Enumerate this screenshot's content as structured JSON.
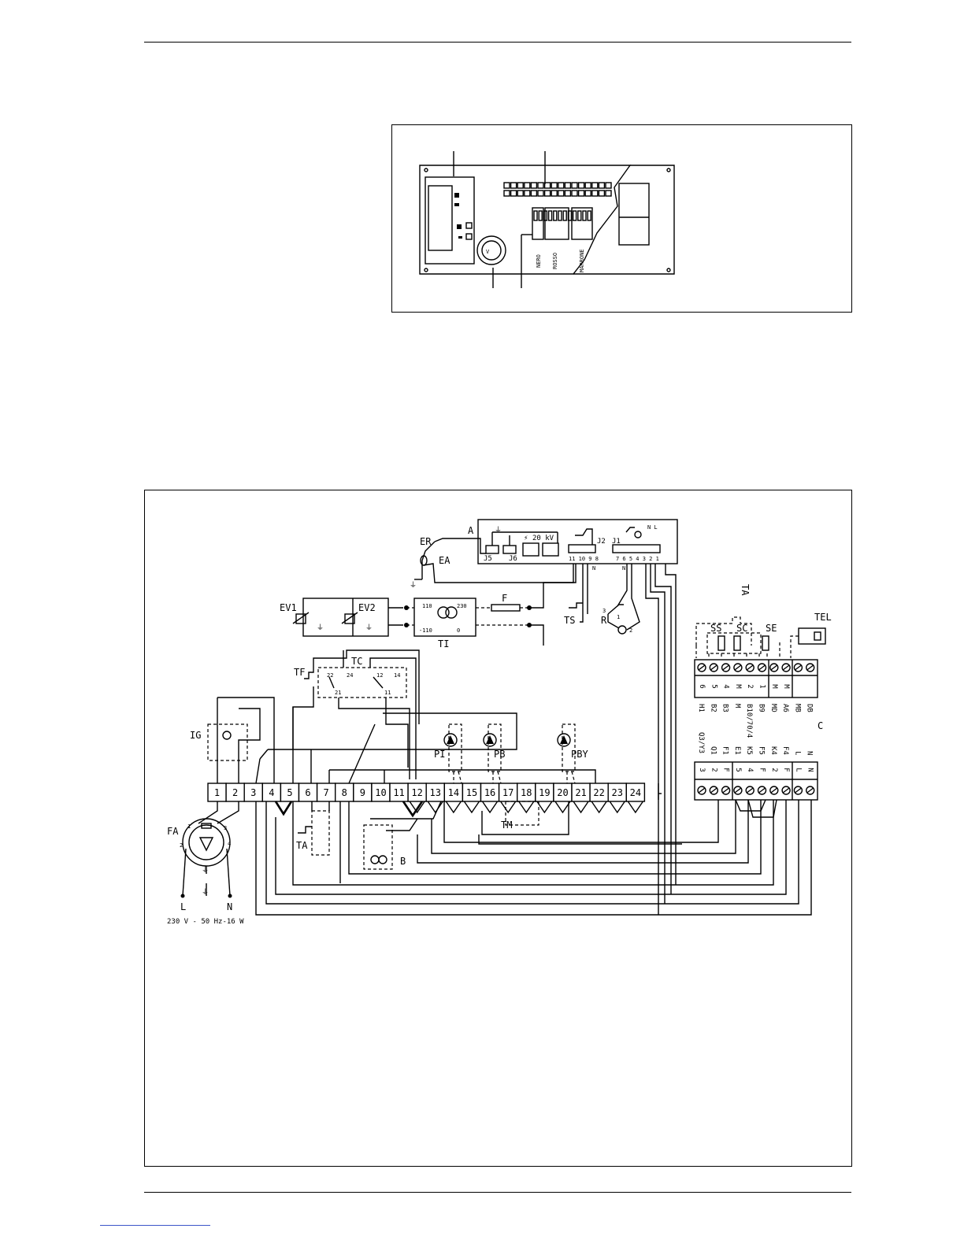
{
  "figure1": {
    "board_labels": [
      "NERO",
      "ROSSO",
      "MARRONE"
    ]
  },
  "diagram": {
    "control_board": {
      "label": "A",
      "kv_label": "20 kV",
      "connectors": [
        "J5",
        "J6",
        "J2",
        "J1"
      ],
      "j2_pins": "11 10 9 8",
      "j1_pins": "7 6 5 4 3 2 1",
      "neutral_marks": [
        "N",
        "N"
      ],
      "j1_top_marks": "N L"
    },
    "electrodes": [
      "ER",
      "EA"
    ],
    "valves": [
      "EV1",
      "EV2"
    ],
    "transformer": {
      "label": "TI",
      "tap_110": "110",
      "tap_230": "230",
      "tap_m110": "-110",
      "tap_0": "0"
    },
    "fuse": "F",
    "safety_thermostat": "TS",
    "reset": {
      "label": "R",
      "pin_3": "3",
      "pin_1": "1",
      "pin_2": "2"
    },
    "boiler_thermostat": {
      "label": "TF"
    },
    "control_thermostat": {
      "label": "TC",
      "contacts": [
        "22",
        "24",
        "12",
        "14",
        "21",
        "11"
      ]
    },
    "main_switch": "IG",
    "pumps": [
      "PI",
      "PB",
      "PBY"
    ],
    "terminal_strip": [
      "1",
      "2",
      "3",
      "4",
      "5",
      "6",
      "7",
      "8",
      "9",
      "10",
      "11",
      "12",
      "13",
      "14",
      "15",
      "16",
      "17",
      "18",
      "19",
      "20",
      "21",
      "22",
      "23",
      "24"
    ],
    "room_thermostat_left": "TA",
    "minimum_thermostat": "TM",
    "burner": "B",
    "plug": {
      "label": "FA",
      "pins": [
        "1",
        "2",
        "3",
        "4"
      ]
    },
    "supply": {
      "line": "L",
      "neutral": "N",
      "rating": "230 V - 50 Hz-16 W"
    },
    "right_devices": {
      "room_thermostat": "TA",
      "sensors": [
        "SS",
        "SC",
        "SE"
      ],
      "tel": "TEL",
      "label_c": "C"
    },
    "upper_terminal": {
      "numbers": [
        "6",
        "5",
        "4",
        "M",
        "2",
        "1",
        "M",
        "M"
      ],
      "labels": [
        "H1",
        "B2",
        "B3",
        "M",
        "B10/70/4",
        "B9",
        "MD",
        "A6",
        "MB",
        "DB"
      ]
    },
    "lower_terminal": {
      "top_labels": [
        "Q3/Y3",
        "Q1",
        "F1",
        "E1",
        "K5",
        "F5",
        "K4",
        "F4",
        "L",
        "N"
      ],
      "numbers": [
        "3",
        "2",
        "F",
        "5",
        "4",
        "F",
        "2",
        "F",
        "L",
        "N"
      ]
    }
  }
}
